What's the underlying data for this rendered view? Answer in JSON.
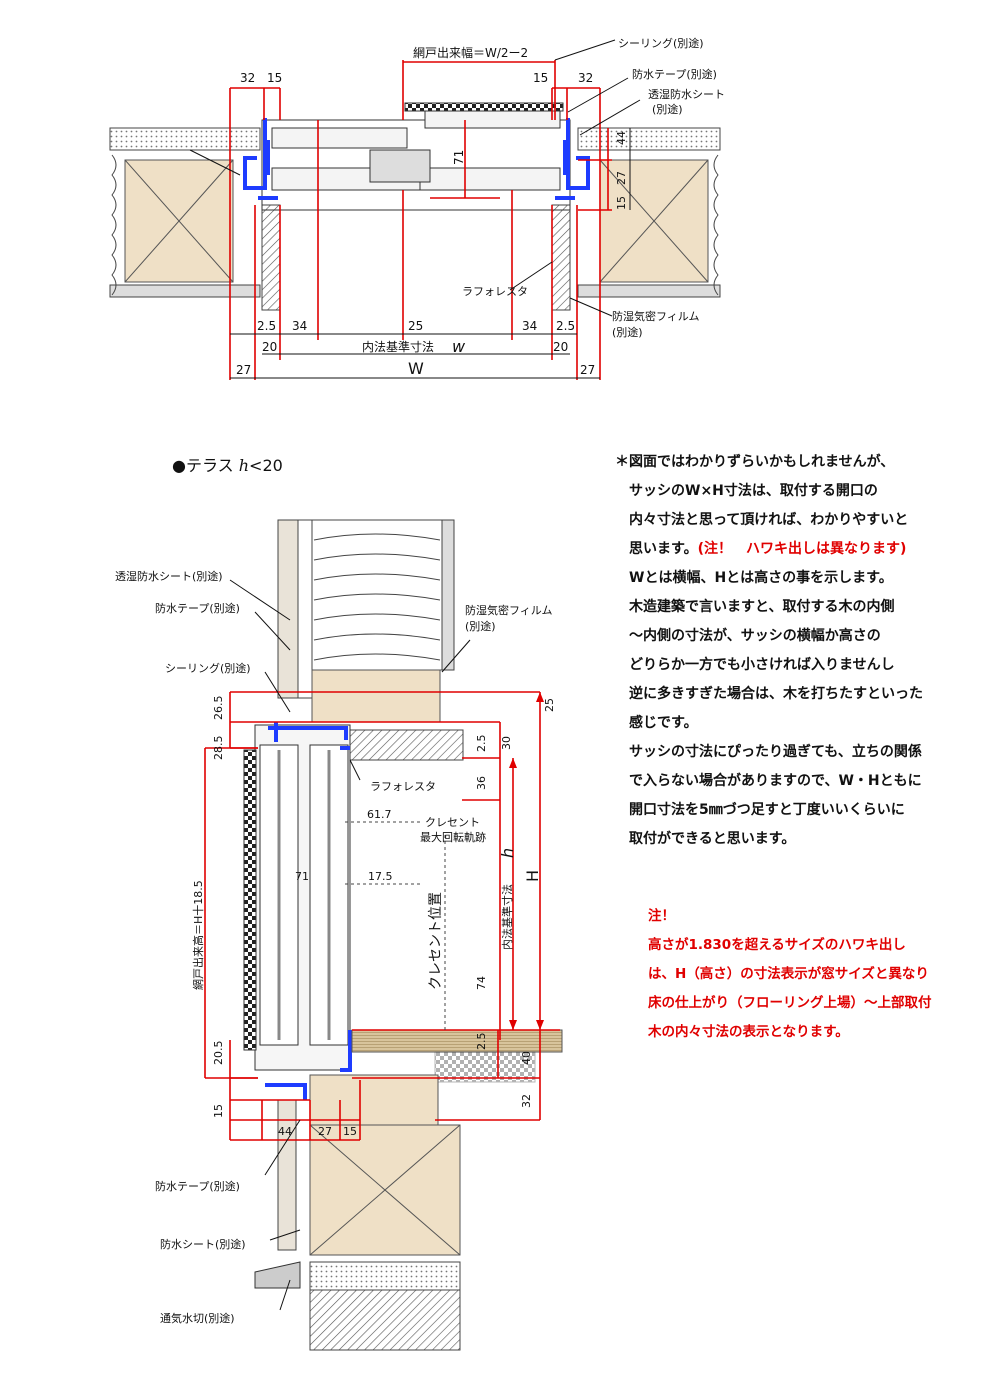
{
  "plan": {
    "dims_top": {
      "d32l": "32",
      "d15l": "15",
      "screen_width": "網戸出来幅＝W/2ー2",
      "d15r": "15",
      "d32r": "32"
    },
    "labels": {
      "sealing": "シーリング(別途)",
      "wp_tape": "防水テープ(別途)",
      "breathable_sheet": "透湿防水シート",
      "breathable_sheet_sub": "(別途)",
      "rafforesta": "ラフォレスタ",
      "vapor_film": "防湿気密フィルム",
      "vapor_film_sub": "(別途)"
    },
    "dims_side": {
      "d44": "44",
      "d27": "27",
      "d15": "15",
      "d71": "71"
    },
    "dims_bottom": {
      "d2_5l": "2.5",
      "d34l": "34",
      "d25": "25",
      "d34r": "34",
      "d2_5r": "2.5",
      "d20l": "20",
      "inner_w": "内法基準寸法",
      "inner_w_sym": "w",
      "d20r": "20",
      "d27l": "27",
      "W": "W",
      "d27r": "27"
    }
  },
  "section": {
    "title_prefix": "●テラス ",
    "title_h": "h",
    "title_suffix": "<20",
    "labels": {
      "breathable_sheet": "透湿防水シート(別途)",
      "wp_tape_top": "防水テープ(別途)",
      "vapor_film": "防湿気密フィルム",
      "vapor_film_sub": "(別途)",
      "sealing": "シーリング(別途)",
      "rafforesta": "ラフォレスタ",
      "crescent": "クレセント",
      "crescent_sub": "最大回転軌跡",
      "crescent_pos": "クレセント位置",
      "inner_h": "内法基準寸法",
      "inner_h_sym": "h",
      "H": "H",
      "screen_height": "網戸出来高＝H十18.5",
      "wp_tape_bottom": "防水テープ(別途)",
      "wp_sheet": "防水シート(別途)",
      "vent": "通気水切(別途)"
    },
    "dims": {
      "d26_5": "26.5",
      "d28_5": "28.5",
      "d25": "25",
      "d30": "30",
      "d2_5t": "2.5",
      "d36": "36",
      "d61_7": "61.7",
      "d71": "71",
      "d17_5": "17.5",
      "d74": "74",
      "d2_5b": "2.5",
      "d40": "40",
      "d20_5": "20.5",
      "d15": "15",
      "d32": "32",
      "d44": "44",
      "d27": "27",
      "d15b": "15"
    }
  },
  "notes": [
    "＊図面ではわかりずらいかもしれませんが、",
    "　サッシのW×H寸法は、取付する開口の",
    "　内々寸法と思って頂ければ、わかりやすいと",
    "　思います。",
    "(注！　ハワキ出しは異なります)",
    "　Wとは横幅、Hとは高さの事を示します。",
    "　木造建築で言いますと、取付する木の内側",
    "　〜内側の寸法が、サッシの横幅か高さの",
    "　どりらか一方でも小さければ入りませんし",
    "　逆に多きすぎた場合は、木を打ちたすといった",
    "　感じです。",
    "　サッシの寸法にぴったり過ぎても、立ちの関係",
    "　で入らない場合がありますので、W・Hともに",
    "　開口寸法を5㎜づつ足すと丁度いいくらいに",
    "　取付ができると思います。"
  ],
  "note2": [
    "注！",
    "高さが1.830を超えるサイズのハワキ出し",
    "は、H（高さ）の寸法表示が窓サイズと異なり",
    "床の仕上がり（フローリング上場）〜上部取付",
    "木の内々寸法の表示となります。"
  ]
}
